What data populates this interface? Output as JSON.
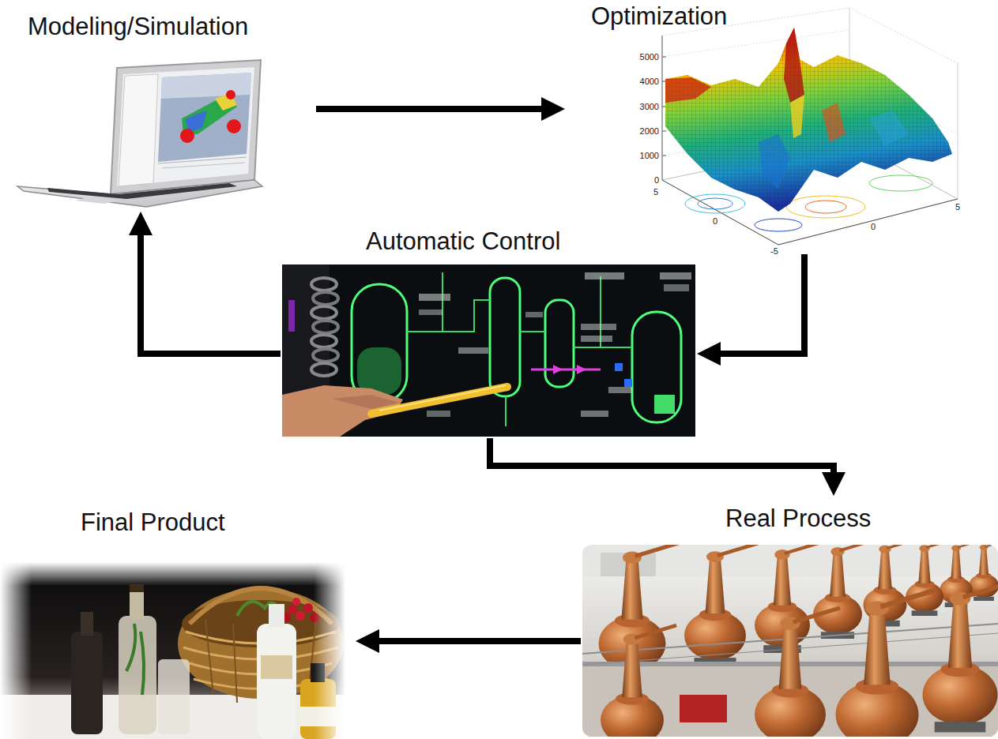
{
  "diagram": {
    "nodes": [
      {
        "text": [
          "Modeling/Simulation"
        ]
      },
      {
        "text": [
          "Optimization"
        ]
      },
      {
        "text": [
          "Automatic Control"
        ]
      },
      {
        "text": [
          "Final Product"
        ]
      },
      {
        "text": [
          "Real Process"
        ]
      }
    ],
    "edges": [
      {
        "from": 0,
        "to": 1,
        "arrow": "to"
      },
      {
        "from": 1,
        "to": 2,
        "arrow": "to"
      },
      {
        "from": 2,
        "to": 0,
        "arrow": "to"
      },
      {
        "from": 2,
        "to": 4,
        "arrow": "to"
      },
      {
        "from": 4,
        "to": 3,
        "arrow": "to"
      }
    ],
    "labels": [
      "5000",
      "4000",
      "3000",
      "2000",
      "1000",
      "0",
      "5",
      "0",
      "-5",
      "0",
      "5"
    ]
  }
}
